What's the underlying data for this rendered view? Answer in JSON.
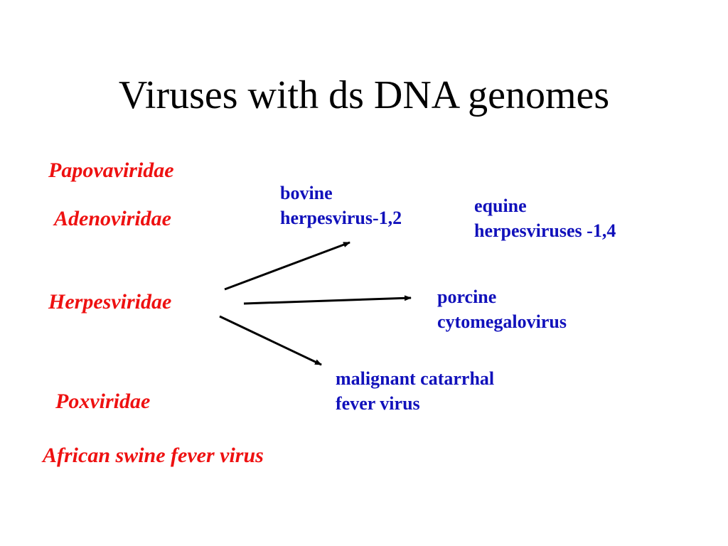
{
  "title": "Viruses with ds DNA genomes",
  "colors": {
    "family": "#ee1111",
    "virus": "#1111bb",
    "arrow": "#000000"
  },
  "families": {
    "papova": "Papovaviridae",
    "adeno": "Adenoviridae",
    "herpes": "Herpesviridae",
    "pox": "Poxviridae",
    "asfv": "African swine fever virus"
  },
  "herpes_examples": {
    "bovine": {
      "line1": "bovine",
      "line2": "herpesvirus-1,2"
    },
    "equine": {
      "line1": "equine",
      "line2": "herpesviruses -1,4"
    },
    "porcine": {
      "line1": "porcine",
      "line2": "cytomegalovirus"
    },
    "mcf": {
      "line1": "malignant catarrhal",
      "line2": "fever virus"
    }
  }
}
